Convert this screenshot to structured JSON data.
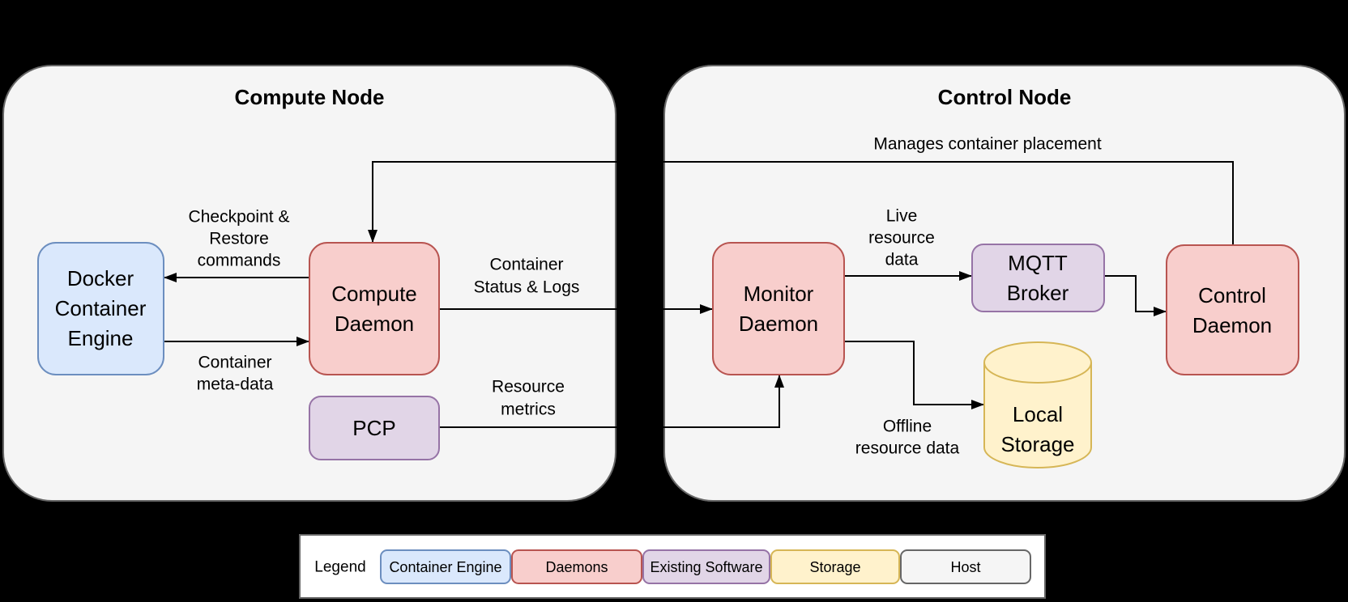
{
  "colors": {
    "background": "#000000",
    "line": "#000000",
    "text": "#000000",
    "node_fill": "#f5f5f5",
    "node_stroke": "#666666",
    "container_engine_fill": "#dae8fc",
    "container_engine_stroke": "#6c8ebf",
    "daemon_fill": "#f8cecc",
    "daemon_stroke": "#b85450",
    "existing_software_fill": "#e1d5e7",
    "existing_software_stroke": "#9673a6",
    "storage_fill": "#fff2cc",
    "storage_stroke": "#d6b656",
    "legend_fill": "#ffffff",
    "legend_stroke": "#666666"
  },
  "compute_node": {
    "title": "Compute Node",
    "docker_engine": {
      "lines": [
        "Docker",
        "Container",
        "Engine"
      ]
    },
    "compute_daemon": {
      "lines": [
        "Compute",
        "Daemon"
      ]
    },
    "pcp": {
      "label": "PCP"
    }
  },
  "control_node": {
    "title": "Control Node",
    "monitor_daemon": {
      "lines": [
        "Monitor",
        "Daemon"
      ]
    },
    "mqtt_broker": {
      "lines": [
        "MQTT",
        "Broker"
      ]
    },
    "control_daemon": {
      "lines": [
        "Control",
        "Daemon"
      ]
    },
    "local_storage": {
      "lines": [
        "Local",
        "Storage"
      ]
    }
  },
  "edges": {
    "checkpoint_restore": {
      "lines": [
        "Checkpoint &",
        "Restore",
        "commands"
      ]
    },
    "container_metadata": {
      "lines": [
        "Container",
        "meta-data"
      ]
    },
    "container_status_logs": {
      "lines": [
        "Container",
        "Status & Logs"
      ]
    },
    "resource_metrics": {
      "lines": [
        "Resource",
        "metrics"
      ]
    },
    "manages_placement": {
      "label": "Manages container placement"
    },
    "live_resource_data": {
      "lines": [
        "Live",
        "resource",
        "data"
      ]
    },
    "offline_resource_data": {
      "lines": [
        "Offline",
        "resource data"
      ]
    }
  },
  "legend": {
    "title": "Legend",
    "items": [
      {
        "label": "Container Engine",
        "fill": "#dae8fc",
        "stroke": "#6c8ebf"
      },
      {
        "label": "Daemons",
        "fill": "#f8cecc",
        "stroke": "#b85450"
      },
      {
        "label": "Existing Software",
        "fill": "#e1d5e7",
        "stroke": "#9673a6"
      },
      {
        "label": "Storage",
        "fill": "#fff2cc",
        "stroke": "#d6b656"
      },
      {
        "label": "Host",
        "fill": "#f5f5f5",
        "stroke": "#666666"
      }
    ]
  }
}
